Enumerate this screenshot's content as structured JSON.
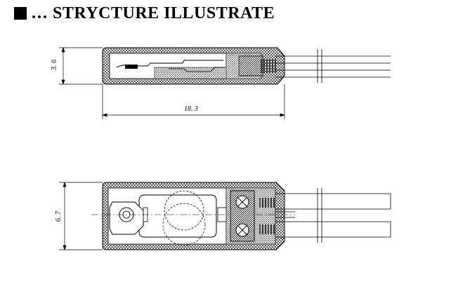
{
  "title": {
    "bullet": "■",
    "text": "… STRYCTURE ILLUSTRATE"
  },
  "top_view": {
    "height_label": "3. 6",
    "length_label": "18. 3"
  },
  "bottom_view": {
    "height_label": "6. 7"
  }
}
